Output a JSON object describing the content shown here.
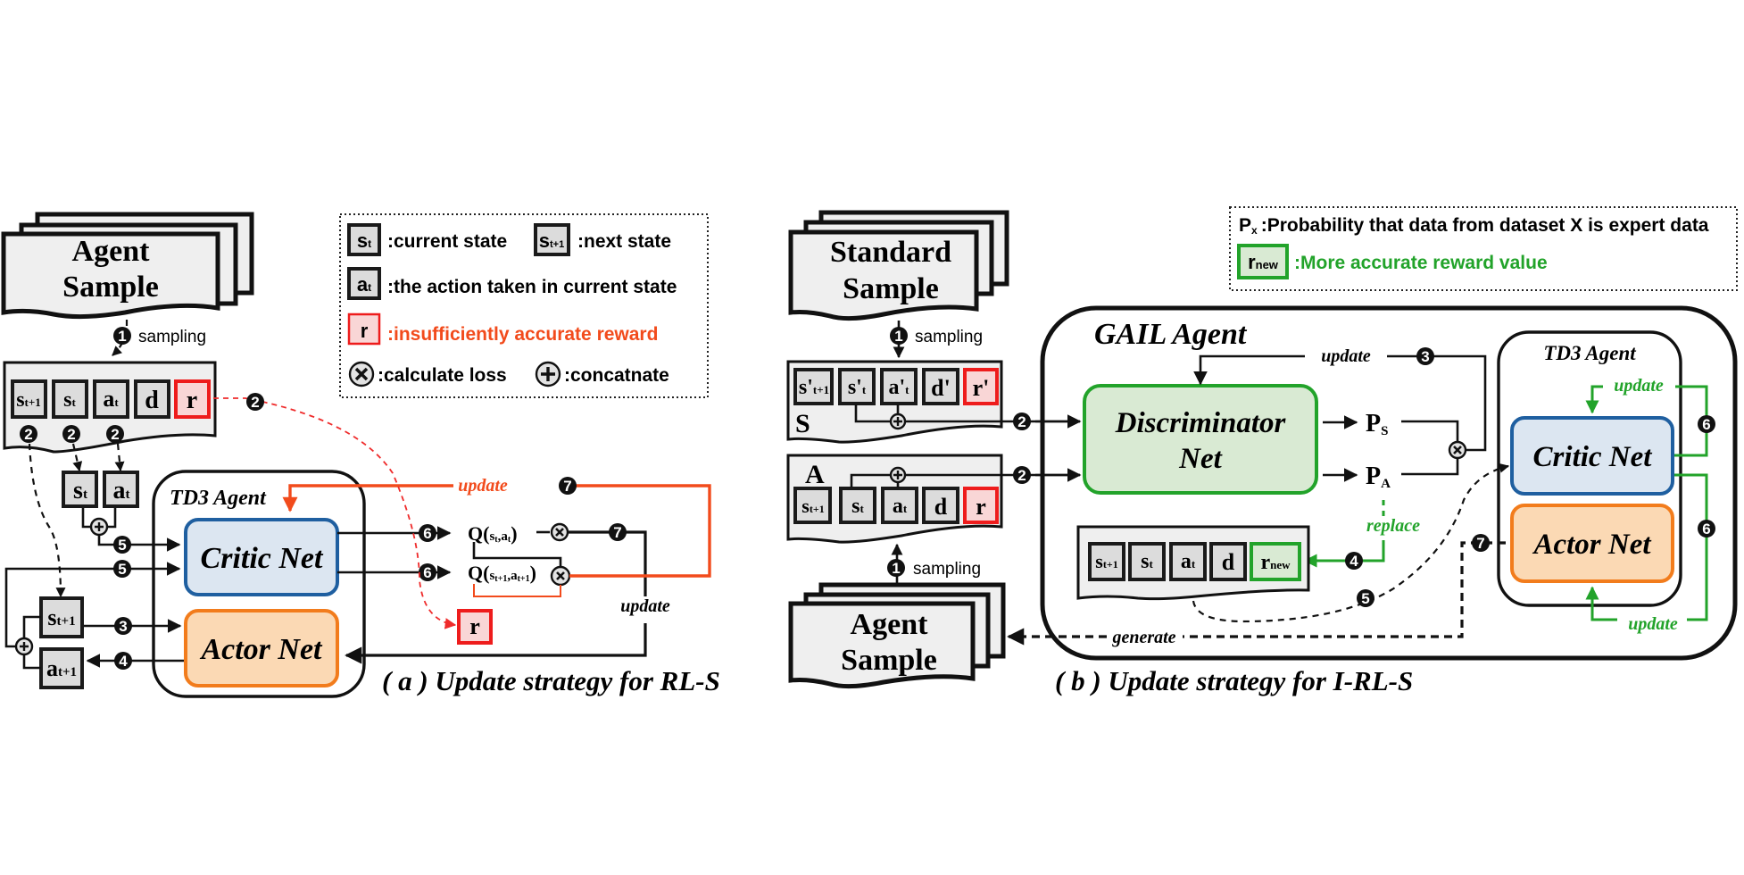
{
  "figure": {
    "panel_a": {
      "caption": "( a ) Update strategy for RL-S",
      "agent_sample": {
        "line1": "Agent",
        "line2": "Sample"
      },
      "sampling_label": "sampling",
      "buffer_cells": [
        "s",
        "s",
        "a",
        "d",
        "r"
      ],
      "buffer_subscripts": [
        "t+1",
        "t",
        "t",
        "",
        ""
      ],
      "picked": {
        "s": "s",
        "s_sub": "t",
        "a": "a",
        "a_sub": "t"
      },
      "next": {
        "s": "s",
        "s_sub": "t+1",
        "a": "a",
        "a_sub": "t+1"
      },
      "td3_title": "TD3 Agent",
      "critic_label": "Critic Net",
      "actor_label": "Actor Net",
      "q1": {
        "main": "Q(",
        "s": "s",
        "s_sub": "t",
        "comma": ",",
        "a": "a",
        "a_sub": "t",
        "close": ")"
      },
      "q2": {
        "main": "Q(",
        "s": "s",
        "s_sub": "t+1",
        "comma": ",",
        "a": "a",
        "a_sub": "t+1",
        "close": ")"
      },
      "reward_label": "r",
      "update_top": "update",
      "update_right": "update",
      "steps": {
        "one": "1",
        "two": "2",
        "three": "3",
        "four": "4",
        "five": "5",
        "six": "6",
        "seven": "7"
      }
    },
    "legend_a": {
      "current_state_sym": "s",
      "current_state_sub": "t",
      "current_state_text": ":current state",
      "next_state_sym": "s",
      "next_state_sub": "t+1",
      "next_state_text": ":next state",
      "action_sym": "a",
      "action_sub": "t",
      "action_text": ":the action taken in current state",
      "reward_sym": "r",
      "reward_text": ":insufficiently accurate reward",
      "loss_text": ":calculate loss",
      "concat_text": ":concatnate"
    },
    "panel_b": {
      "caption": "( b ) Update strategy for I-RL-S",
      "standard_sample": {
        "line1": "Standard",
        "line2": "Sample"
      },
      "agent_sample": {
        "line1": "Agent",
        "line2": "Sample"
      },
      "sampling_label": "sampling",
      "s_buffer_label": "S",
      "s_cells": [
        "s'",
        "s'",
        "a'",
        "d'",
        "r'"
      ],
      "s_subscripts": [
        "t+1",
        "t",
        "t",
        "",
        ""
      ],
      "a_buffer_label": "A",
      "a_cells": [
        "s",
        "s",
        "a",
        "d",
        "r"
      ],
      "a_subscripts": [
        "t+1",
        "t",
        "t",
        "",
        ""
      ],
      "gail_title": "GAIL Agent",
      "discriminator_line1": "Discriminator",
      "discriminator_line2": "Net",
      "ps": {
        "p": "P",
        "sub": "S"
      },
      "pa": {
        "p": "P",
        "sub": "A"
      },
      "update_disc": "update",
      "replace_label": "replace",
      "new_cells": [
        "s",
        "s",
        "a",
        "d",
        "r"
      ],
      "new_subscripts": [
        "t+1",
        "t",
        "t",
        "",
        "new"
      ],
      "generate_label": "generate",
      "td3_title": "TD3 Agent",
      "critic_label": "Critic Net",
      "actor_label": "Actor Net",
      "update_critic": "update",
      "update_actor": "update",
      "steps": {
        "one": "1",
        "two": "2",
        "three": "3",
        "four": "4",
        "five": "5",
        "six": "6",
        "seven": "7"
      }
    },
    "legend_b": {
      "px_sym": "P",
      "px_sub": "x",
      "px_text": ":Probability that data from dataset X is expert data",
      "rnew_sym": "r",
      "rnew_sub": "new",
      "rnew_text": ":More accurate reward value"
    },
    "colors": {
      "reward_red": "#ee1c1c",
      "update_orange": "#f24b1c",
      "green": "#22a32a",
      "critic_fill": "#dce6f1",
      "critic_stroke": "#1f5fa0",
      "actor_fill": "#fbd9b4",
      "actor_stroke": "#f27c1c",
      "disc_fill": "#d9ead3",
      "cell_fill": "#dcdcdc"
    }
  }
}
